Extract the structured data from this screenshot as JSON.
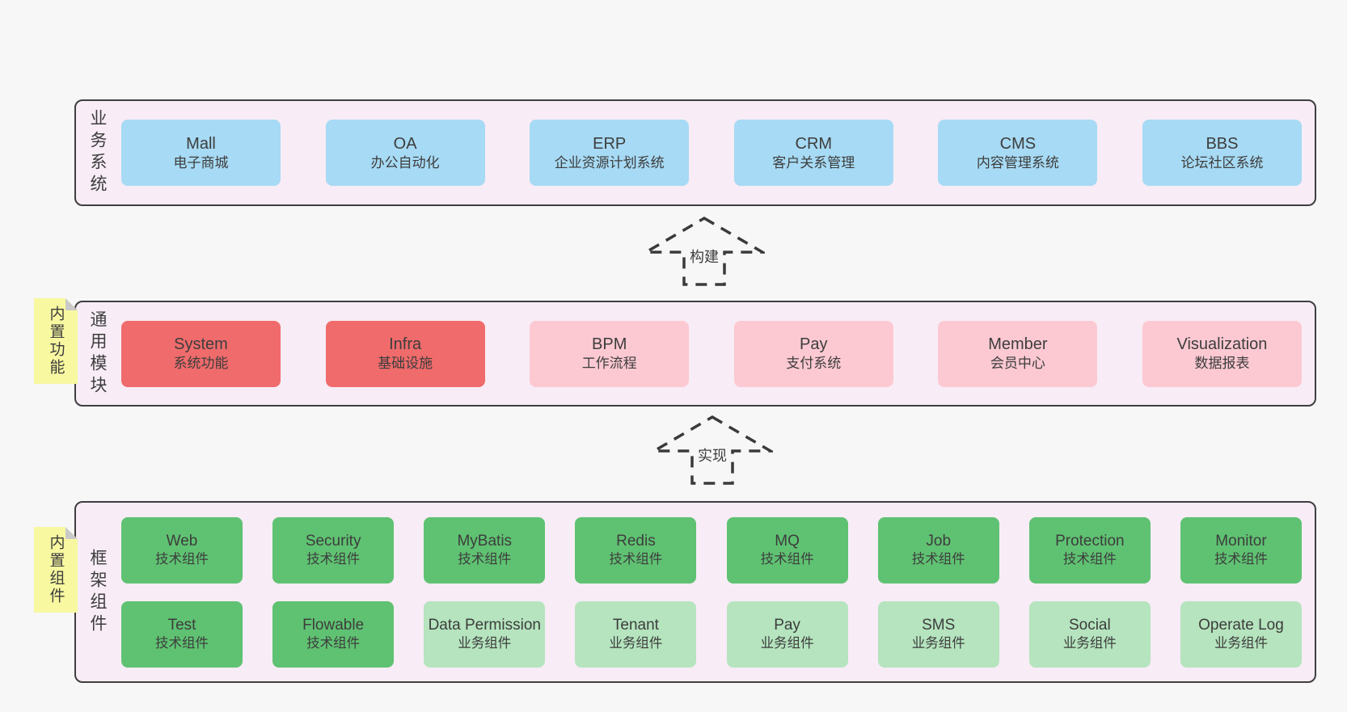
{
  "colors": {
    "page_bg": "#f7f7f7",
    "band_bg": "#f8ecf6",
    "band_border": "#3f3f3f",
    "box_blue": "#a7daf4",
    "box_red": "#f06b6b",
    "box_pink": "#fcc9d2",
    "box_green": "#5fc272",
    "box_green_light": "#b5e4be",
    "sticky_yellow": "#f8f8a1",
    "sticky_fold": "#c9c9c9",
    "dash": "#3a3a3a",
    "text": "#3d3d3d"
  },
  "bands": [
    {
      "id": "business-systems",
      "label": "业务系统",
      "rows": [
        [
          {
            "name": "Mall",
            "desc": "电子商城",
            "variant": "blue"
          },
          {
            "name": "OA",
            "desc": "办公自动化",
            "variant": "blue"
          },
          {
            "name": "ERP",
            "desc": "企业资源计划系统",
            "variant": "blue"
          },
          {
            "name": "CRM",
            "desc": "客户关系管理",
            "variant": "blue"
          },
          {
            "name": "CMS",
            "desc": "内容管理系统",
            "variant": "blue"
          },
          {
            "name": "BBS",
            "desc": "论坛社区系统",
            "variant": "blue"
          }
        ]
      ]
    },
    {
      "id": "common-modules",
      "label": "通用模块",
      "sticky": "内置功能",
      "rows": [
        [
          {
            "name": "System",
            "desc": "系统功能",
            "variant": "red"
          },
          {
            "name": "Infra",
            "desc": "基础设施",
            "variant": "red"
          },
          {
            "name": "BPM",
            "desc": "工作流程",
            "variant": "pink"
          },
          {
            "name": "Pay",
            "desc": "支付系统",
            "variant": "pink"
          },
          {
            "name": "Member",
            "desc": "会员中心",
            "variant": "pink"
          },
          {
            "name": "Visualization",
            "desc": "数据报表",
            "variant": "pink"
          }
        ]
      ]
    },
    {
      "id": "framework-components",
      "label": "框架组件",
      "sticky": "内置组件",
      "rows": [
        [
          {
            "name": "Web",
            "desc": "技术组件",
            "variant": "green"
          },
          {
            "name": "Security",
            "desc": "技术组件",
            "variant": "green"
          },
          {
            "name": "MyBatis",
            "desc": "技术组件",
            "variant": "green"
          },
          {
            "name": "Redis",
            "desc": "技术组件",
            "variant": "green"
          },
          {
            "name": "MQ",
            "desc": "技术组件",
            "variant": "green"
          },
          {
            "name": "Job",
            "desc": "技术组件",
            "variant": "green"
          },
          {
            "name": "Protection",
            "desc": "技术组件",
            "variant": "green"
          },
          {
            "name": "Monitor",
            "desc": "技术组件",
            "variant": "green"
          }
        ],
        [
          {
            "name": "Test",
            "desc": "技术组件",
            "variant": "green"
          },
          {
            "name": "Flowable",
            "desc": "技术组件",
            "variant": "green"
          },
          {
            "name": "Data Permission",
            "desc": "业务组件",
            "variant": "green_light"
          },
          {
            "name": "Tenant",
            "desc": "业务组件",
            "variant": "green_light"
          },
          {
            "name": "Pay",
            "desc": "业务组件",
            "variant": "green_light"
          },
          {
            "name": "SMS",
            "desc": "业务组件",
            "variant": "green_light"
          },
          {
            "name": "Social",
            "desc": "业务组件",
            "variant": "green_light"
          },
          {
            "name": "Operate Log",
            "desc": "业务组件",
            "variant": "green_light"
          }
        ]
      ]
    }
  ],
  "arrows": [
    {
      "label": "构建"
    },
    {
      "label": "实现"
    }
  ]
}
